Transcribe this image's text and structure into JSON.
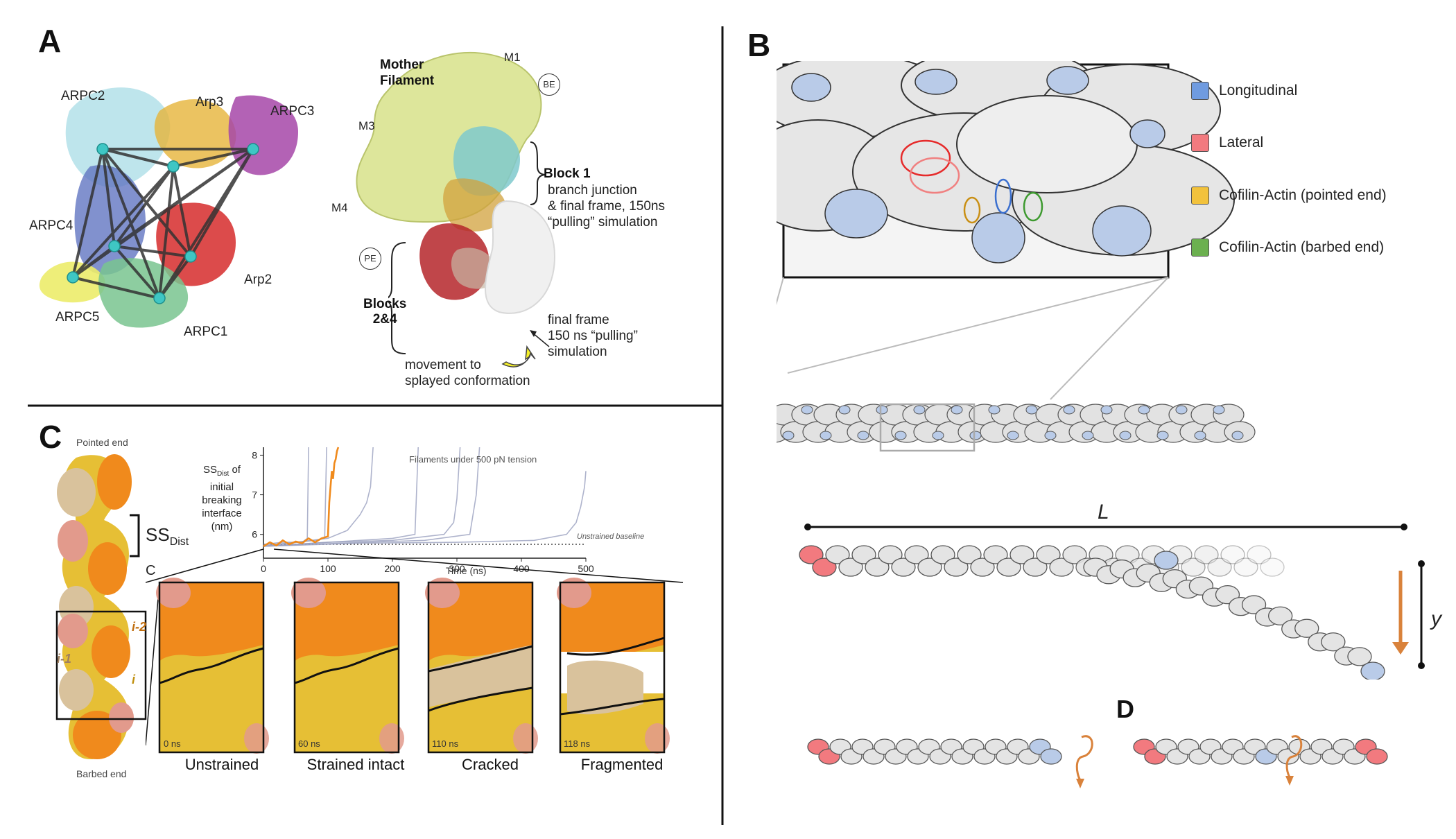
{
  "panels": {
    "A": "A",
    "B": "B",
    "C": "C",
    "D": "D"
  },
  "colors": {
    "longitudinal": "#6f9be0",
    "lateral": "#f27a7f",
    "cofilin_pointed": "#f2c23c",
    "cofilin_barbed": "#6bb04f",
    "actin_orange": "#f08a1c",
    "actin_yellow": "#e6bf35",
    "actin_tan": "#d9c29c",
    "actin_pink": "#e29a8c",
    "trace_grey": "#9aa0bf",
    "arrow_orange": "#d9823b"
  },
  "panel_a": {
    "complex_labels": [
      "ARPC2",
      "Arp3",
      "ARPC3",
      "ARPC4",
      "Arp2",
      "ARPC5",
      "ARPC1"
    ],
    "mother_filament": [
      "Mother",
      "Filament"
    ],
    "subunit_labels": [
      "M1",
      "M3",
      "M4"
    ],
    "circle_labels": [
      "BE",
      "PE"
    ],
    "block1_title": "Block 1",
    "block1_desc": [
      "branch junction",
      "& final frame, 150ns",
      "“pulling” simulation"
    ],
    "blocks24": [
      "Blocks",
      "2&4"
    ],
    "final_frame": [
      "final frame",
      "150 ns “pulling”",
      "simulation"
    ],
    "movement": [
      "movement to",
      "splayed conformation"
    ]
  },
  "panel_b": {
    "legend": [
      {
        "label": "Longitudinal",
        "color": "#6f9be0"
      },
      {
        "label": "Lateral",
        "color": "#f27a7f"
      },
      {
        "label": "Cofilin-Actin (pointed end)",
        "color": "#f2c23c"
      },
      {
        "label": "Cofilin-Actin (barbed end)",
        "color": "#6bb04f"
      }
    ],
    "length_label": "L",
    "deflection_label": "y"
  },
  "panel_c": {
    "pointed_end": "Pointed end",
    "barbed_end": "Barbed end",
    "ss_dist": "SS",
    "ss_dist_sub": "Dist",
    "c_label": "C",
    "subunits": [
      "i-2",
      "i-1",
      "i"
    ],
    "states": [
      {
        "name": "Unstrained",
        "time": "0 ns"
      },
      {
        "name": "Strained intact",
        "time": "60 ns"
      },
      {
        "name": "Cracked",
        "time": "110 ns"
      },
      {
        "name": "Fragmented",
        "time": "118 ns"
      }
    ]
  },
  "chart_data": {
    "type": "line",
    "title": "Filaments under 500 pN tension",
    "ylabel_main": "SS",
    "ylabel_sub": "Dist",
    "ylabel_rest": [
      "of",
      "initial",
      "breaking",
      "interface",
      "(nm)"
    ],
    "xlabel": "Time (ns)",
    "xlim": [
      0,
      500
    ],
    "ylim": [
      5.4,
      8.2
    ],
    "xticks": [
      0,
      100,
      200,
      300,
      400,
      500
    ],
    "yticks": [
      6,
      7,
      8
    ],
    "baseline": {
      "label": "Unstrained baseline",
      "y": 5.75
    },
    "series": [
      {
        "color": "#f08a1c",
        "points": [
          [
            0,
            5.7
          ],
          [
            10,
            5.8
          ],
          [
            20,
            5.72
          ],
          [
            30,
            5.85
          ],
          [
            40,
            5.75
          ],
          [
            50,
            5.82
          ],
          [
            60,
            5.78
          ],
          [
            70,
            5.9
          ],
          [
            80,
            5.8
          ],
          [
            90,
            5.9
          ],
          [
            100,
            5.95
          ],
          [
            102,
            6.8
          ],
          [
            104,
            7.2
          ],
          [
            106,
            7.6
          ],
          [
            108,
            7.4
          ],
          [
            110,
            7.8
          ],
          [
            112,
            7.9
          ],
          [
            114,
            8.1
          ],
          [
            116,
            8.2
          ]
        ]
      },
      {
        "color": "#9aa0bf",
        "points": [
          [
            0,
            5.75
          ],
          [
            30,
            5.8
          ],
          [
            60,
            5.8
          ],
          [
            68,
            5.9
          ],
          [
            70,
            8.2
          ]
        ]
      },
      {
        "color": "#9aa0bf",
        "points": [
          [
            0,
            5.7
          ],
          [
            40,
            5.78
          ],
          [
            80,
            5.85
          ],
          [
            95,
            5.9
          ],
          [
            98,
            8.2
          ]
        ]
      },
      {
        "color": "#9aa0bf",
        "points": [
          [
            0,
            5.72
          ],
          [
            50,
            5.8
          ],
          [
            100,
            5.9
          ],
          [
            130,
            6.1
          ],
          [
            150,
            6.5
          ],
          [
            160,
            6.8
          ],
          [
            166,
            7.2
          ],
          [
            170,
            8.2
          ]
        ]
      },
      {
        "color": "#9aa0bf",
        "points": [
          [
            0,
            5.7
          ],
          [
            100,
            5.8
          ],
          [
            200,
            5.9
          ],
          [
            235,
            6.0
          ],
          [
            240,
            8.2
          ]
        ]
      },
      {
        "color": "#9aa0bf",
        "points": [
          [
            0,
            5.7
          ],
          [
            100,
            5.8
          ],
          [
            200,
            5.85
          ],
          [
            280,
            6.0
          ],
          [
            295,
            6.3
          ],
          [
            300,
            6.9
          ],
          [
            305,
            8.2
          ]
        ]
      },
      {
        "color": "#9aa0bf",
        "points": [
          [
            0,
            5.7
          ],
          [
            120,
            5.78
          ],
          [
            250,
            5.85
          ],
          [
            320,
            6.0
          ],
          [
            330,
            7.0
          ],
          [
            335,
            8.2
          ]
        ]
      },
      {
        "color": "#9aa0bf",
        "points": [
          [
            0,
            5.7
          ],
          [
            150,
            5.78
          ],
          [
            300,
            5.8
          ],
          [
            420,
            5.85
          ],
          [
            470,
            6.0
          ],
          [
            485,
            6.3
          ],
          [
            492,
            6.7
          ],
          [
            498,
            7.2
          ],
          [
            500,
            7.6
          ]
        ]
      }
    ]
  }
}
